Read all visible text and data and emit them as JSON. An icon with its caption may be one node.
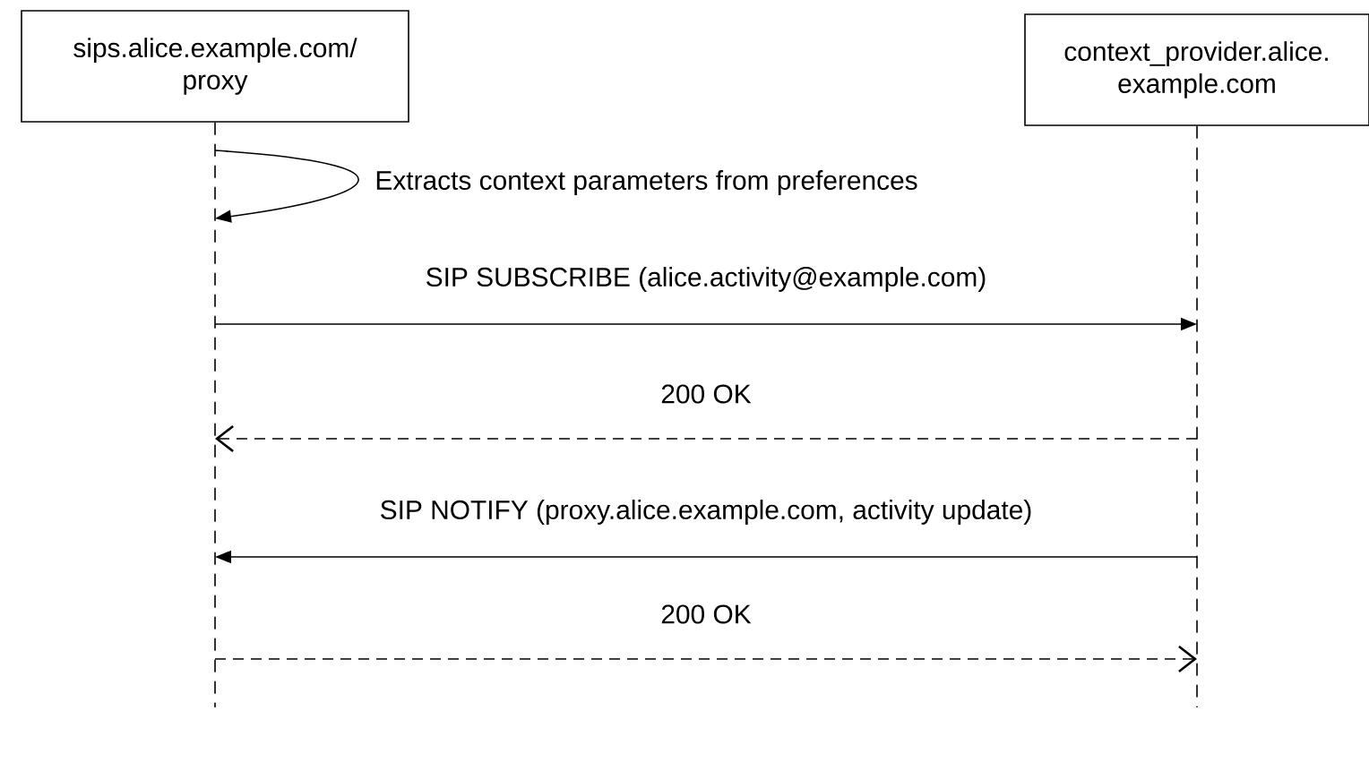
{
  "diagram": {
    "nodes": [
      {
        "text": [
          "sips.alice.example.com/ proxy"
        ]
      },
      {
        "text": [
          "context_provider.alice. example.com"
        ]
      }
    ],
    "edges": [
      {
        "from": 0,
        "to": 0,
        "arrow": "to",
        "label": "Extracts context parameters from preferences"
      },
      {
        "from": 0,
        "to": 1,
        "arrow": "to",
        "label": "SIP SUBSCRIBE (alice.activity@example.com)"
      },
      {
        "from": 1,
        "to": 0,
        "arrow": "to",
        "label": "200 OK",
        "style": "dashed"
      },
      {
        "from": 1,
        "to": 0,
        "arrow": "to",
        "label": "SIP NOTIFY (proxy.alice.example.com, activity update)"
      },
      {
        "from": 0,
        "to": 1,
        "arrow": "to",
        "label": "200 OK",
        "style": "dashed"
      }
    ]
  }
}
